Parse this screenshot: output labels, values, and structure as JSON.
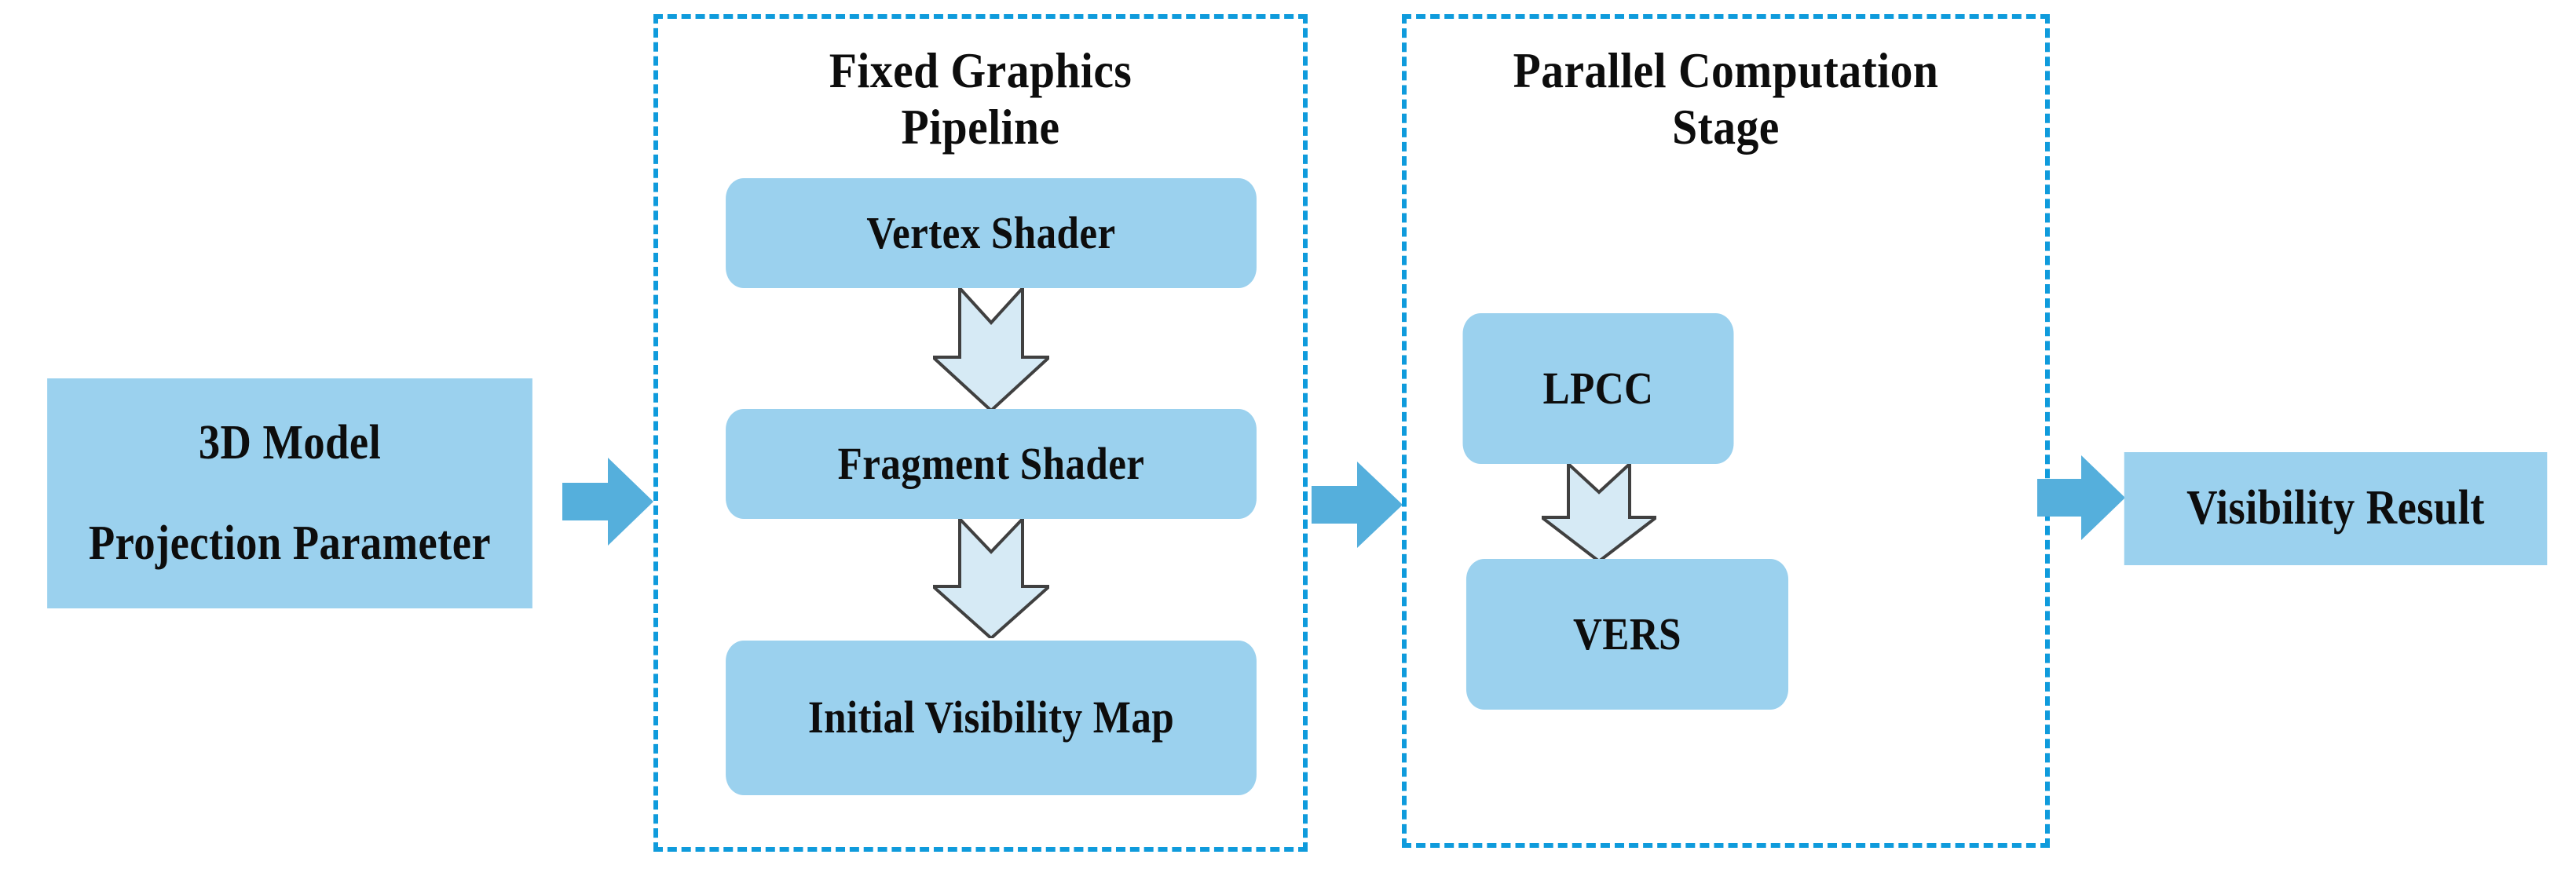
{
  "diagram": {
    "title_visible": false,
    "background_color": "#ffffff",
    "palette": {
      "box_fill": "#9BD1EE",
      "group_dash": "#0F9BDC",
      "h_arrow": "#55AFDC",
      "v_arrow_fill": "#D6EAF5",
      "v_arrow_stroke": "#404040",
      "text": "#0d0d0d"
    },
    "input_box": {
      "line1": "3D Model",
      "line2": "Projection Parameter"
    },
    "groups": [
      {
        "id": "fixed-graphics-pipeline",
        "title_line1": "Fixed Graphics",
        "title_line2": "Pipeline",
        "nodes": [
          {
            "id": "vertex-shader",
            "label": "Vertex Shader"
          },
          {
            "id": "fragment-shader",
            "label": "Fragment Shader"
          },
          {
            "id": "initial-visibility-map",
            "label": "Initial Visibility Map"
          }
        ]
      },
      {
        "id": "parallel-computation-stage",
        "title_line1": "Parallel Computation",
        "title_line2": "Stage",
        "nodes": [
          {
            "id": "lpcc",
            "label": "LPCC"
          },
          {
            "id": "vers",
            "label": "VERS"
          }
        ]
      }
    ],
    "output_box": {
      "label": "Visibility Result"
    },
    "connectors": {
      "horizontal": [
        {
          "id": "input-to-pipeline",
          "icon": "right-block-arrow-icon"
        },
        {
          "id": "pipeline-to-parallel",
          "icon": "right-block-arrow-icon"
        },
        {
          "id": "parallel-to-output",
          "icon": "right-block-arrow-icon"
        }
      ],
      "vertical": [
        {
          "id": "vertex-to-fragment",
          "icon": "down-chevron-arrow-icon"
        },
        {
          "id": "fragment-to-visibility-map",
          "icon": "down-chevron-arrow-icon"
        },
        {
          "id": "lpcc-to-vers",
          "icon": "down-chevron-arrow-icon"
        }
      ]
    }
  }
}
